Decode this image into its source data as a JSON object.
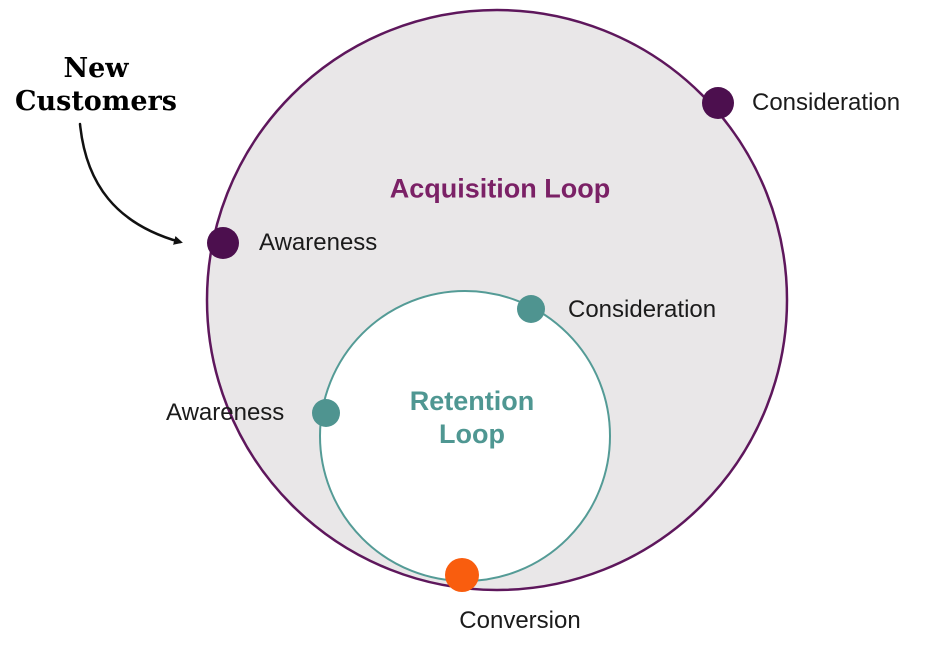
{
  "diagram": {
    "new_customers_label": "New\nCustomers",
    "acquisition": {
      "title": "Acquisition Loop",
      "color": "#5e175c",
      "nodes": [
        {
          "id": "consideration",
          "label": "Consideration"
        },
        {
          "id": "awareness",
          "label": "Awareness"
        }
      ]
    },
    "retention": {
      "title": "Retention\nLoop",
      "color": "#4f9792",
      "nodes": [
        {
          "id": "consideration",
          "label": "Consideration"
        },
        {
          "id": "awareness",
          "label": "Awareness"
        }
      ]
    },
    "conversion": {
      "label": "Conversion",
      "color": "#f95d0e"
    },
    "colors": {
      "acquisition_fill": "#e9e7e8",
      "acquisition_stroke": "#5e175c",
      "acquisition_dot": "#4c0f4e",
      "retention_stroke": "#549b96",
      "retention_dot": "#4f9490",
      "conversion_dot": "#f95d0e",
      "arrow": "#111111",
      "label_text": "#1b1b1b"
    }
  }
}
